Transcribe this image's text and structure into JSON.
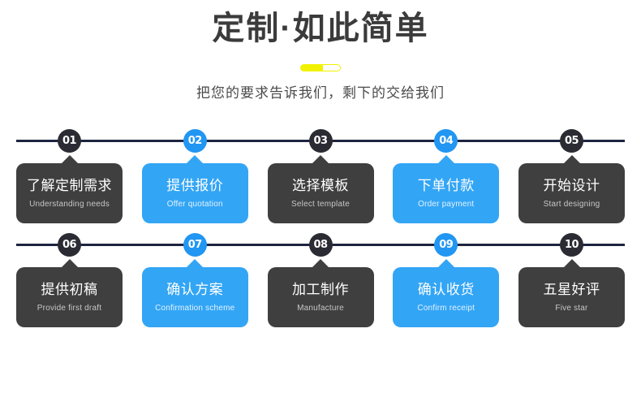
{
  "header": {
    "title": "定制·如此简单",
    "subtitle": "把您的要求告诉我们，剩下的交给我们",
    "divider": "yellow-divider-bar"
  },
  "colors": {
    "background": "#ffffff",
    "title_text": "#3b3b3b",
    "subtitle_text": "#4a4a4a",
    "timeline_line": "#1e2440",
    "badge_dark": "#2b2b34",
    "badge_blue": "#2196f3",
    "card_dark": "#3f3f3f",
    "card_blue": "#33a5f5",
    "divider_yellow": "#f2f200"
  },
  "rows": [
    {
      "steps": [
        {
          "number": "01",
          "cn": "了解定制需求",
          "en": "Understanding needs",
          "theme": "dark"
        },
        {
          "number": "02",
          "cn": "提供报价",
          "en": "Offer quotation",
          "theme": "blue"
        },
        {
          "number": "03",
          "cn": "选择模板",
          "en": "Select template",
          "theme": "dark"
        },
        {
          "number": "04",
          "cn": "下单付款",
          "en": "Order payment",
          "theme": "blue"
        },
        {
          "number": "05",
          "cn": "开始设计",
          "en": "Start designing",
          "theme": "dark"
        }
      ]
    },
    {
      "steps": [
        {
          "number": "06",
          "cn": "提供初稿",
          "en": "Provide first draft",
          "theme": "dark"
        },
        {
          "number": "07",
          "cn": "确认方案",
          "en": "Confirmation scheme",
          "theme": "blue"
        },
        {
          "number": "08",
          "cn": "加工制作",
          "en": "Manufacture",
          "theme": "dark"
        },
        {
          "number": "09",
          "cn": "确认收货",
          "en": "Confirm receipt",
          "theme": "blue"
        },
        {
          "number": "10",
          "cn": "五星好评",
          "en": "Five star",
          "theme": "dark"
        }
      ]
    }
  ]
}
